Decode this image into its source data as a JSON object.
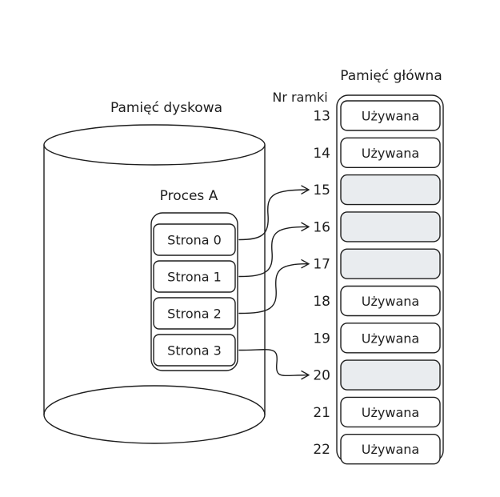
{
  "disk": {
    "title": "Pamięć dyskowa"
  },
  "process": {
    "title": "Proces A",
    "pages": [
      {
        "label": "Strona 0",
        "frame": "15"
      },
      {
        "label": "Strona 1",
        "frame": "16"
      },
      {
        "label": "Strona 2",
        "frame": "17"
      },
      {
        "label": "Strona 3",
        "frame": "20"
      }
    ]
  },
  "memory": {
    "title": "Pamięć główna",
    "frame_header": "Nr ramki",
    "frames": [
      {
        "nr": "13",
        "label": "Używana",
        "used": true
      },
      {
        "nr": "14",
        "label": "Używana",
        "used": true
      },
      {
        "nr": "15",
        "label": "",
        "used": false
      },
      {
        "nr": "16",
        "label": "",
        "used": false
      },
      {
        "nr": "17",
        "label": "",
        "used": false
      },
      {
        "nr": "18",
        "label": "Używana",
        "used": true
      },
      {
        "nr": "19",
        "label": "Używana",
        "used": true
      },
      {
        "nr": "20",
        "label": "",
        "used": false
      },
      {
        "nr": "21",
        "label": "Używana",
        "used": true
      },
      {
        "nr": "22",
        "label": "Używana",
        "used": true
      }
    ]
  },
  "colors": {
    "stroke": "#1e1e1e",
    "free_frame": "#e9ecef",
    "background": "#ffffff"
  }
}
